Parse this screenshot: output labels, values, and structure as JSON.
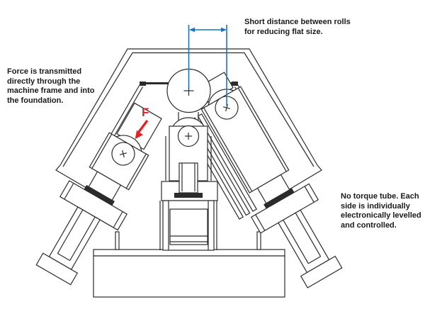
{
  "diagram": {
    "type": "technical-line-drawing",
    "subject": "3-roll reducing mill cross-section",
    "annotations": {
      "rolls_note": {
        "text": "Short distance between rolls\nfor reducing flat size."
      },
      "force_note": {
        "text": "Force is transmitted\ndirectly through the\nmachine frame and into\nthe foundation."
      },
      "torque_note": {
        "text": "No torque tube. Each\nside is individually\nelectronically levelled\nand controlled."
      },
      "force_label": "F"
    },
    "roll_marks": {
      "top_roll": "+",
      "center_roll": "+",
      "right_roll": "x",
      "left_roll": "x"
    },
    "colors": {
      "background": "#ffffff",
      "line": "#2b2b2b",
      "text": "#1a1a1a",
      "dimension_blue": "#1c75bc",
      "force_red": "#e02427"
    }
  }
}
